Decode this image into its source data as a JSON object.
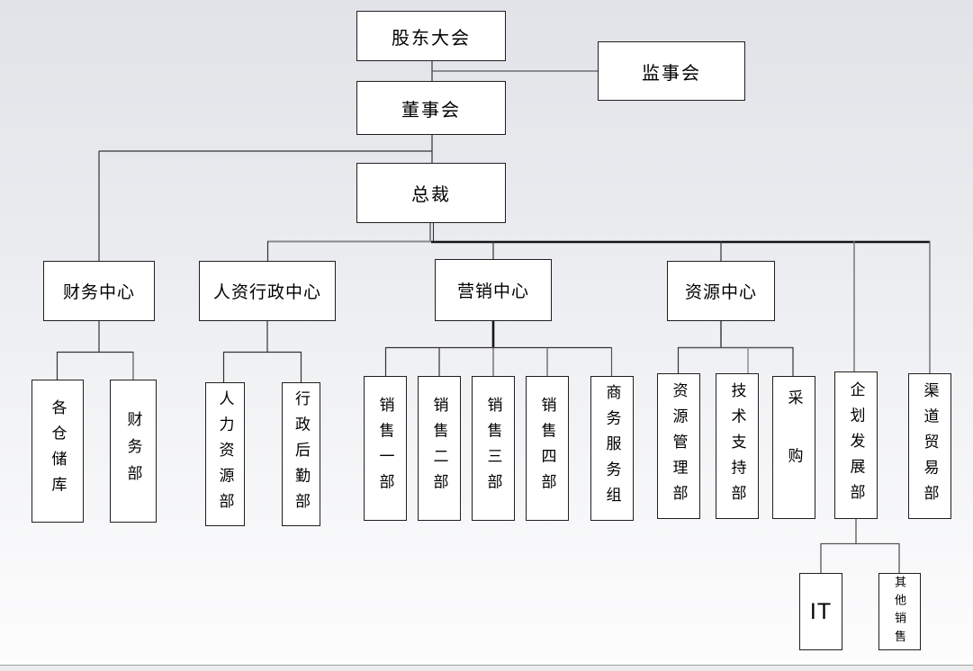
{
  "diagram_type": "org-chart",
  "colors": {
    "box_fill": "#ffffff",
    "box_border": "#1f1f1f",
    "line_dark": "#333333",
    "line_gray": "#8a8a8a",
    "background_top": "#e1e3e8",
    "background_bottom": "#fdfdfd"
  },
  "nodes": {
    "shareholders_meeting": {
      "label": "股东大会"
    },
    "supervisory_board": {
      "label": "监事会"
    },
    "board_of_directors": {
      "label": "董事会"
    },
    "president": {
      "label": "总裁"
    },
    "finance_center": {
      "label": "财务中心"
    },
    "hr_admin_center": {
      "label": "人资行政中心"
    },
    "marketing_center": {
      "label": "营销中心"
    },
    "resource_center": {
      "label": "资源中心"
    },
    "warehouses": {
      "label": "各仓储库"
    },
    "finance_dept": {
      "label": "财务部"
    },
    "hr_dept": {
      "label": "人力资源部"
    },
    "admin_logistics_dept": {
      "label": "行政后勤部"
    },
    "sales_dept_1": {
      "label": "销售一部"
    },
    "sales_dept_2": {
      "label": "销售二部"
    },
    "sales_dept_3": {
      "label": "销售三部"
    },
    "sales_dept_4": {
      "label": "销售四部"
    },
    "business_service_group": {
      "label": "商务服务组"
    },
    "resource_mgmt_dept": {
      "label": "资源管理部"
    },
    "tech_support_dept": {
      "label": "技术支持部"
    },
    "procurement": {
      "label": "采购"
    },
    "planning_dev_dept": {
      "label": "企划发展部"
    },
    "channel_trade_dept": {
      "label": "渠道贸易部"
    },
    "it_dept": {
      "label": "IT"
    },
    "other_sales": {
      "label": "其他销售"
    }
  },
  "edges": [
    {
      "parent": "股东大会",
      "child": "监事会"
    },
    {
      "parent": "股东大会",
      "child": "董事会"
    },
    {
      "parent": "董事会",
      "child": "总裁"
    },
    {
      "parent": "董事会",
      "child": "财务中心"
    },
    {
      "parent": "总裁",
      "child": "人资行政中心"
    },
    {
      "parent": "总裁",
      "child": "营销中心"
    },
    {
      "parent": "总裁",
      "child": "资源中心"
    },
    {
      "parent": "总裁",
      "child": "企划发展部"
    },
    {
      "parent": "总裁",
      "child": "渠道贸易部"
    },
    {
      "parent": "财务中心",
      "child": "各仓储库"
    },
    {
      "parent": "财务中心",
      "child": "财务部"
    },
    {
      "parent": "人资行政中心",
      "child": "人力资源部"
    },
    {
      "parent": "人资行政中心",
      "child": "行政后勤部"
    },
    {
      "parent": "营销中心",
      "child": "销售一部"
    },
    {
      "parent": "营销中心",
      "child": "销售二部"
    },
    {
      "parent": "营销中心",
      "child": "销售三部"
    },
    {
      "parent": "营销中心",
      "child": "销售四部"
    },
    {
      "parent": "营销中心",
      "child": "商务服务组"
    },
    {
      "parent": "资源中心",
      "child": "资源管理部"
    },
    {
      "parent": "资源中心",
      "child": "技术支持部"
    },
    {
      "parent": "资源中心",
      "child": "采购"
    },
    {
      "parent": "企划发展部",
      "child": "IT"
    },
    {
      "parent": "企划发展部",
      "child": "其他销售"
    }
  ]
}
